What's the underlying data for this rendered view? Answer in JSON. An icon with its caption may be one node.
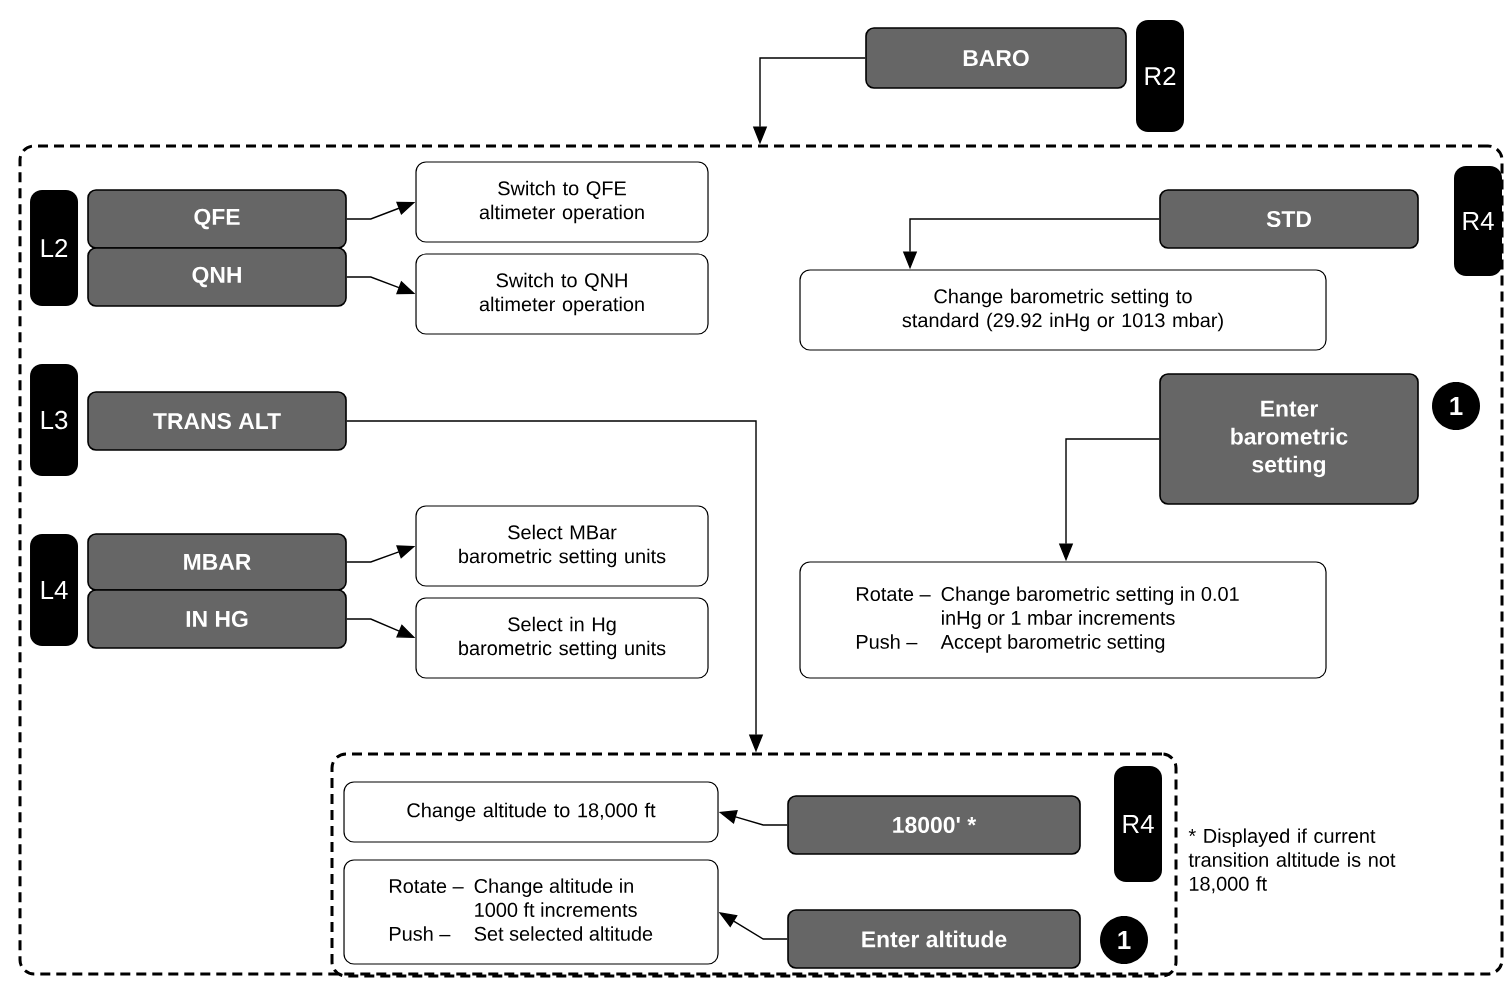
{
  "diagram": {
    "nodes": [
      {
        "text": [
          "BARO"
        ]
      },
      {
        "text": [
          "R2"
        ]
      },
      {
        "text": [],
        "shape": "box"
      },
      {
        "text": [
          "L2"
        ],
        "in": 2
      },
      {
        "text": [
          "QFE"
        ],
        "in": 2
      },
      {
        "text": [
          "QNH"
        ],
        "in": 2
      },
      {
        "text": [
          "Switch to QFE altimeter operation"
        ],
        "in": 2
      },
      {
        "text": [
          "Switch to QNH altimeter operation"
        ],
        "in": 2
      },
      {
        "text": [
          "R4"
        ],
        "in": 2
      },
      {
        "text": [
          "STD"
        ],
        "in": 2
      },
      {
        "text": [
          "Change barometric setting to standard (29.92 inHg or 1013 mbar)"
        ],
        "in": 2
      },
      {
        "text": [
          "Enter barometric setting"
        ],
        "in": 2
      },
      {
        "text": [
          "1"
        ],
        "in": 2
      },
      {
        "text": [
          "Rotate –",
          "Change barometric setting in 0.01 inHg or 1 mbar increments",
          "Push –",
          "Accept barometric setting"
        ],
        "in": 2
      },
      {
        "text": [
          "L3"
        ],
        "in": 2
      },
      {
        "text": [
          "TRANS ALT"
        ],
        "in": 2
      },
      {
        "text": [
          "L4"
        ],
        "in": 2
      },
      {
        "text": [
          "MBAR"
        ],
        "in": 2
      },
      {
        "text": [
          "IN HG"
        ],
        "in": 2
      },
      {
        "text": [
          "Select MBar barometric setting units"
        ],
        "in": 2
      },
      {
        "text": [
          "Select in Hg barometric setting units"
        ],
        "in": 2
      },
      {
        "text": [],
        "shape": "box",
        "in": 2
      },
      {
        "text": [
          "Change altitude to 18,000 ft"
        ],
        "in": 21
      },
      {
        "text": [
          "Rotate –",
          "Change altitude in 1000 ft increments",
          "Push –",
          "Set selected altitude"
        ],
        "in": 21
      },
      {
        "text": [
          "18000' *"
        ],
        "in": 21
      },
      {
        "text": [
          "R4"
        ],
        "in": 21
      },
      {
        "text": [
          "Enter altitude"
        ],
        "in": 21
      },
      {
        "text": [
          "1"
        ],
        "in": 21
      }
    ],
    "edges": [
      {
        "from": 0,
        "to": 2,
        "arrow": "to"
      },
      {
        "from": 4,
        "to": 6,
        "arrow": "to"
      },
      {
        "from": 5,
        "to": 7,
        "arrow": "to"
      },
      {
        "from": 9,
        "to": 10,
        "arrow": "to"
      },
      {
        "from": 11,
        "to": 13,
        "arrow": "to"
      },
      {
        "from": 15,
        "to": 21,
        "arrow": "to"
      },
      {
        "from": 17,
        "to": 19,
        "arrow": "to"
      },
      {
        "from": 18,
        "to": 20,
        "arrow": "to"
      },
      {
        "from": 24,
        "to": 22,
        "arrow": "to"
      },
      {
        "from": 26,
        "to": 23,
        "arrow": "to"
      }
    ],
    "labels": [
      "* Displayed if current transition altitude is not 18,000 ft"
    ]
  }
}
